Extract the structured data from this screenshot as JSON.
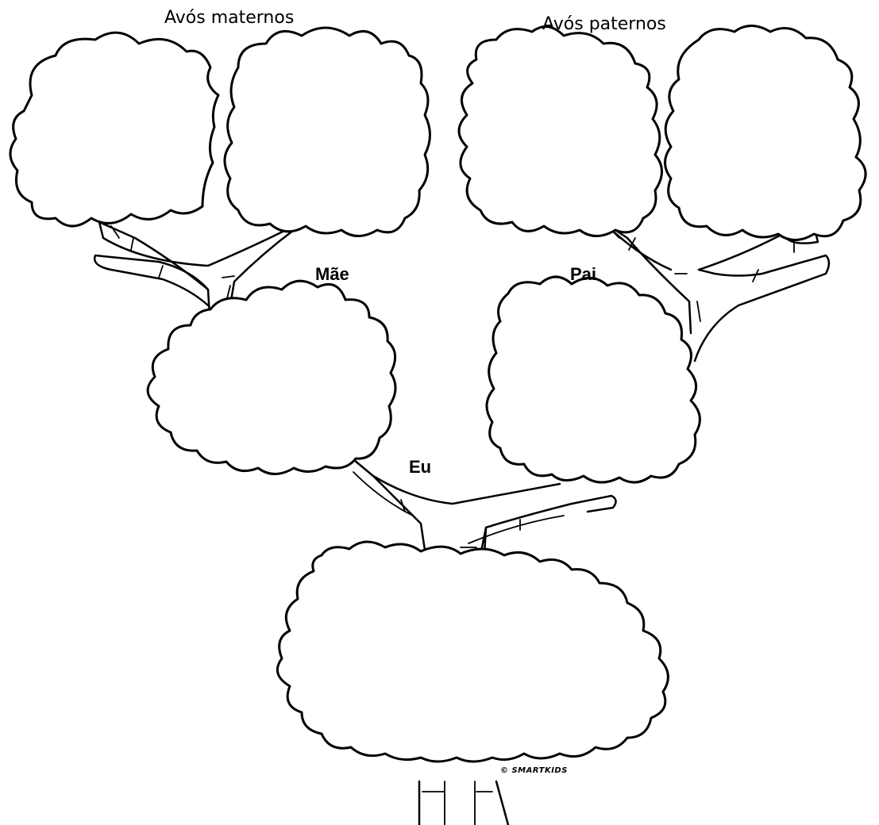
{
  "labels": {
    "maternal_grandparents": "Avós maternos",
    "paternal_grandparents": "Avós paternos",
    "mother": "Mãe",
    "father": "Pai",
    "me": "Eu"
  },
  "credit": "© SMARTKIDS",
  "colors": {
    "ink": "#000000",
    "background": "#ffffff"
  }
}
